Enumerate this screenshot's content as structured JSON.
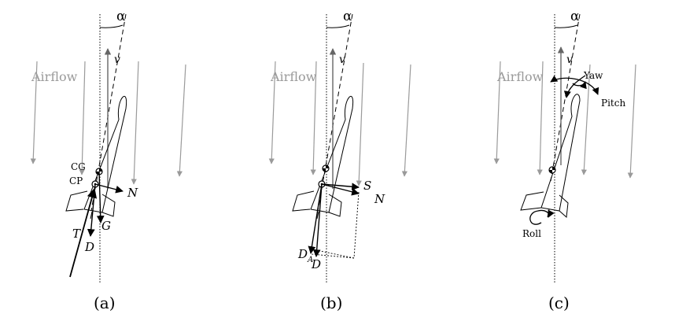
{
  "colors": {
    "ink": "#000000",
    "airflow": "#9a9a9a",
    "background": "#ffffff"
  },
  "panels": [
    {
      "caption": "(a)",
      "airflow_label": "Airflow",
      "angle_label": "α",
      "velocity_label": "v",
      "labels": {
        "cg": "CG",
        "cp": "CP",
        "normal": "N",
        "gravity": "G",
        "thrust": "T",
        "drag": "D"
      }
    },
    {
      "caption": "(b)",
      "airflow_label": "Airflow",
      "angle_label": "α",
      "velocity_label": "v",
      "labels": {
        "side": "S",
        "normal": "N",
        "axial_drag": "D",
        "axial_drag_sub": "A",
        "drag": "D"
      }
    },
    {
      "caption": "(c)",
      "airflow_label": "Airflow",
      "angle_label": "α",
      "velocity_label": "v",
      "labels": {
        "yaw": "Yaw",
        "pitch": "Pitch",
        "roll": "Roll"
      }
    }
  ]
}
